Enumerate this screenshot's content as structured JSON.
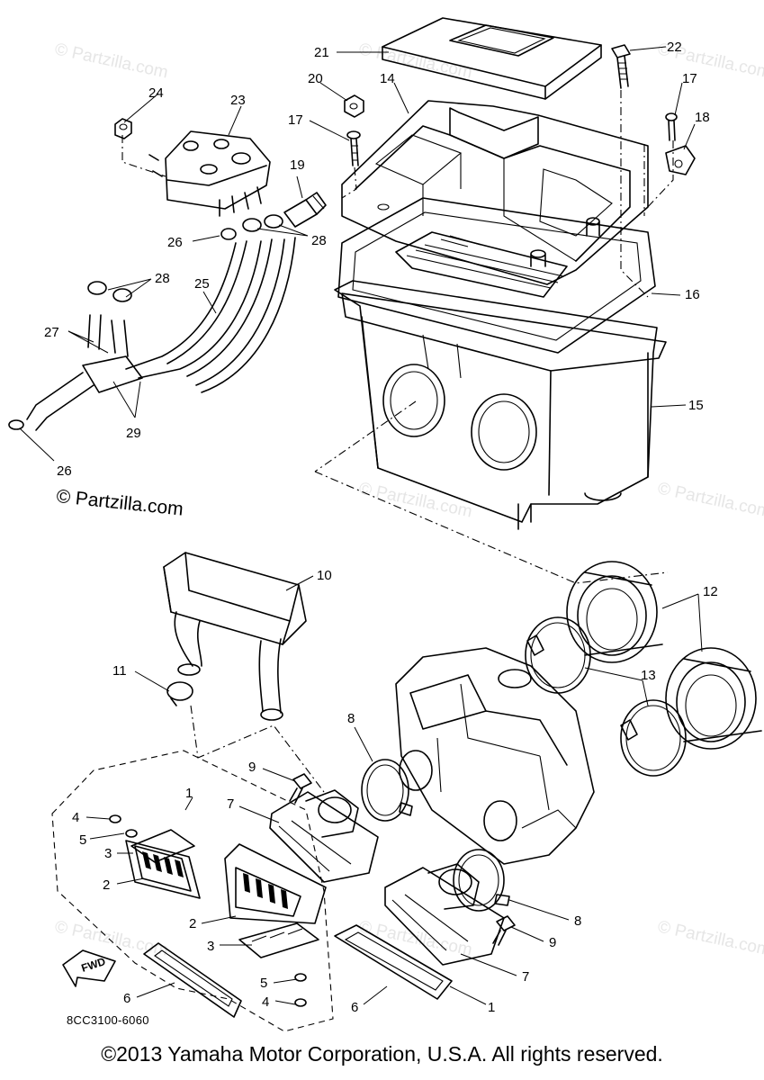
{
  "watermark": "© Partzilla.com",
  "brand_watermark": "© Partzilla.com",
  "part_code": "8CC3100-6060",
  "copyright": "©2013  Yamaha Motor Corporation, U.S.A. All rights reserved.",
  "fwd_label": "FWD",
  "callouts": {
    "c21": "21",
    "c22": "22",
    "c24": "24",
    "c23": "23",
    "c20": "20",
    "c14": "14",
    "c17a": "17",
    "c18": "18",
    "c17b": "17",
    "c19": "19",
    "c26a": "26",
    "c28a": "28",
    "c16": "16",
    "c28b": "28",
    "c25": "25",
    "c27": "27",
    "c15": "15",
    "c29": "29",
    "c26b": "26",
    "c10": "10",
    "c12": "12",
    "c11": "11",
    "c13": "13",
    "c8a": "8",
    "c9a": "9",
    "c1a": "1",
    "c7a": "7",
    "c4a": "4",
    "c5a": "5",
    "c3a": "3",
    "c2a": "2",
    "c2b": "2",
    "c3b": "3",
    "c8b": "8",
    "c9b": "9",
    "c7b": "7",
    "c5b": "5",
    "c6a": "6",
    "c4b": "4",
    "c6b": "6",
    "c1b": "1"
  }
}
